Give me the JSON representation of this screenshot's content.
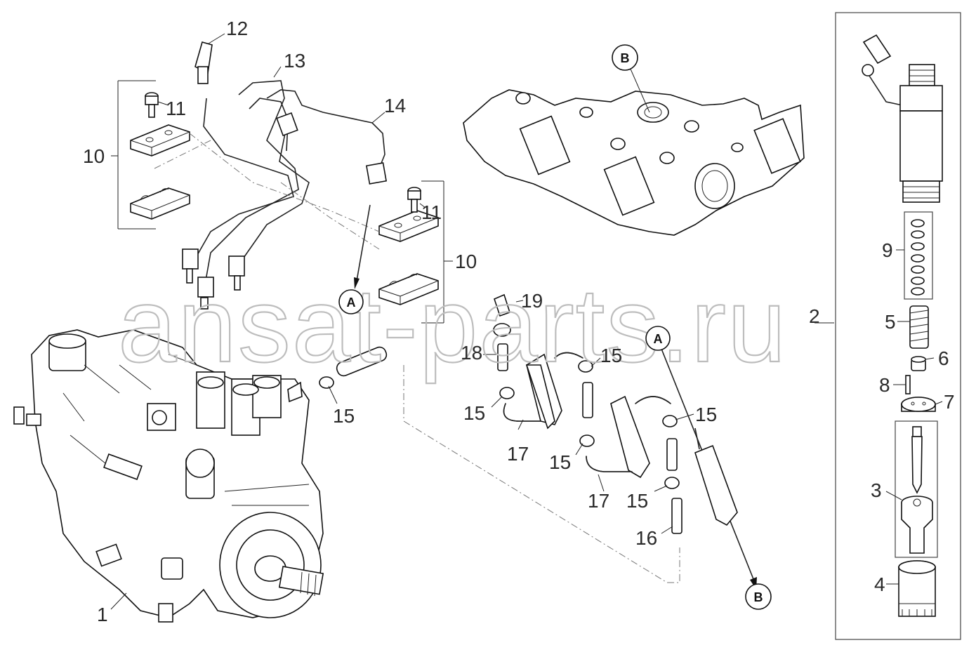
{
  "watermark": "ansat-parts.ru",
  "callouts": {
    "c1": "1",
    "c2": "2",
    "c3": "3",
    "c4": "4",
    "c5": "5",
    "c6": "6",
    "c7": "7",
    "c8": "8",
    "c9": "9",
    "c10a": "10",
    "c10b": "10",
    "c11a": "11",
    "c11b": "11",
    "c12": "12",
    "c13": "13",
    "c14": "14",
    "c15a": "15",
    "c15b": "15",
    "c15c": "15",
    "c15d": "15",
    "c15e": "15",
    "c15f": "15",
    "c16": "16",
    "c17a": "17",
    "c17b": "17",
    "c18": "18",
    "c19": "19"
  },
  "references": {
    "a1": "A",
    "a2": "A",
    "b1": "B",
    "b2": "B"
  }
}
